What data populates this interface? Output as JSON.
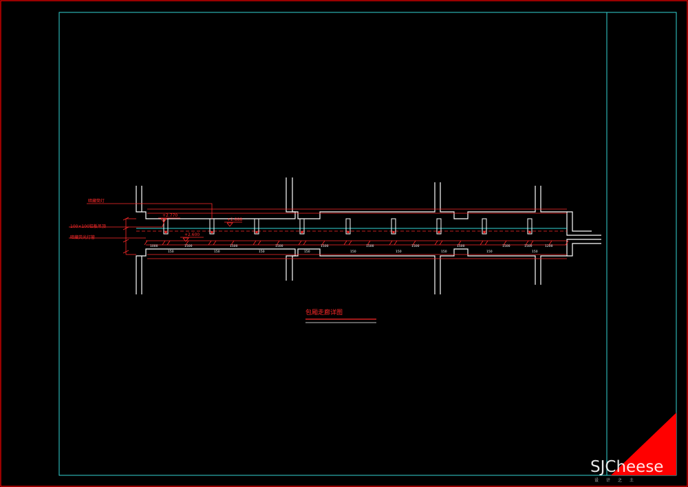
{
  "drawing": {
    "title": "包厢走廊详图",
    "labels": {
      "top_left": "暗藏筒灯",
      "mid_left": "100×100铝板吊顶",
      "low_left": "暗藏荧光灯管"
    },
    "levels": {
      "l1": "+2.770",
      "l2": "+2.888",
      "l3": "+2.600"
    },
    "dimensions": [
      "1000",
      "1500",
      "1500",
      "1500",
      "1500",
      "1500",
      "1500",
      "1500",
      "1500",
      "1500",
      "1200"
    ],
    "sub_dimensions": [
      "150",
      "150",
      "150",
      "150",
      "150",
      "150",
      "150",
      "150",
      "150"
    ]
  },
  "watermark": {
    "brand": "SJCheese",
    "tagline": "设计之土"
  },
  "colors": {
    "frame_red": "#ff0000",
    "frame_cyan": "#33d6d6",
    "wall_white": "#ffffff",
    "annot_red": "#ff2a2a"
  }
}
